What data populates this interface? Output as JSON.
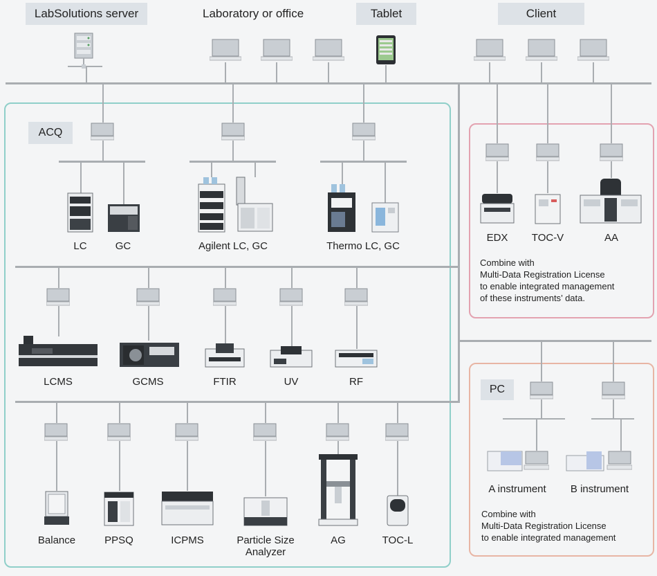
{
  "header": {
    "labsolutions_server": "LabSolutions server",
    "laboratory_or_office": "Laboratory or office",
    "tablet": "Tablet",
    "client": "Client"
  },
  "acq_section": {
    "tag": "ACQ",
    "groups": [
      {
        "label": "LC"
      },
      {
        "label": "GC"
      },
      {
        "label": "Agilent LC, GC"
      },
      {
        "label": "Thermo LC, GC"
      }
    ]
  },
  "spectro_section": {
    "items": [
      "LCMS",
      "GCMS",
      "FTIR",
      "UV",
      "RF"
    ]
  },
  "misc_section": {
    "items": [
      "Balance",
      "PPSQ",
      "ICPMS",
      "Particle Size",
      "Analyzer",
      "AG",
      "TOC-L"
    ]
  },
  "multi_data_box": {
    "items": [
      "EDX",
      "TOC-V",
      "AA"
    ],
    "note_lines": [
      "Combine with",
      "Multi-Data Registration License",
      "to enable integrated management",
      "of these instruments’ data."
    ]
  },
  "pc_box": {
    "tag": "PC",
    "items": [
      "A instrument",
      "B instrument"
    ],
    "note_lines": [
      "Combine with",
      "Multi-Data Registration License",
      "to enable integrated management"
    ]
  },
  "colors": {
    "teal_border": "#8fcfc9",
    "pink_border": "#e3a2b0",
    "peach_border": "#e8b5a4",
    "line": "#a9adb1",
    "header_bg": "#dde2e7"
  }
}
